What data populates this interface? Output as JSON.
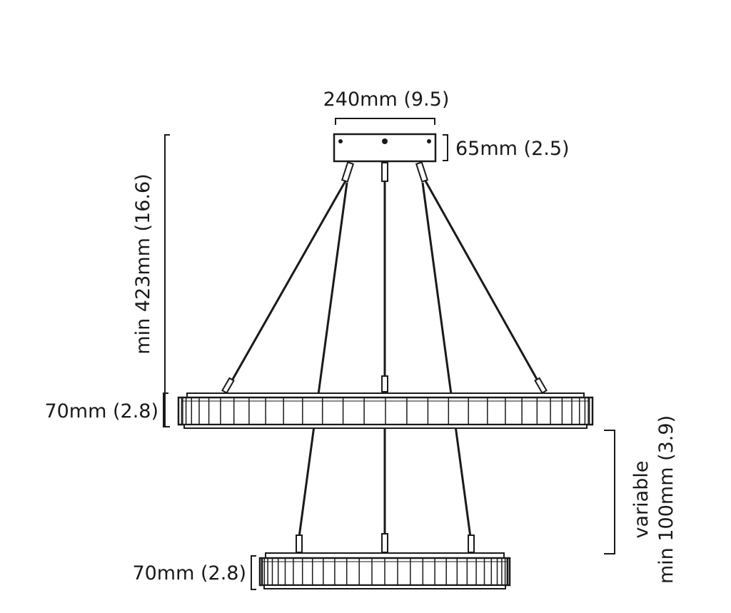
{
  "dimensions": {
    "canopy_width": "240mm (9.5)",
    "canopy_height": "65mm (2.5)",
    "min_drop": "min 423mm (16.6)",
    "upper_ring_height": "70mm (2.8)",
    "lower_ring_height": "70mm (2.8)",
    "ring_spacing_line1": "variable",
    "ring_spacing_line2": "min 100mm (3.9)"
  },
  "colors": {
    "stroke": "#1a1a1a",
    "background": "#ffffff"
  }
}
